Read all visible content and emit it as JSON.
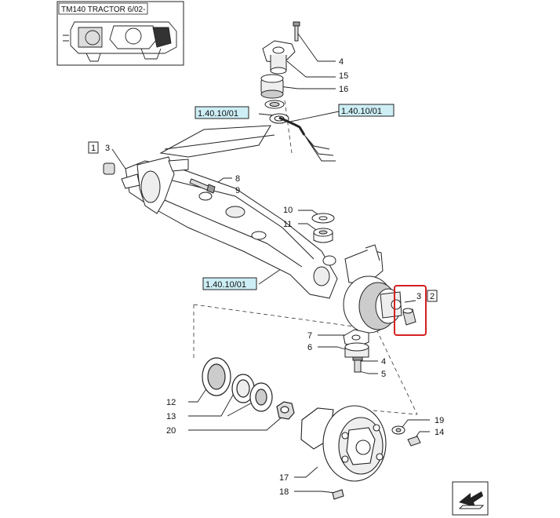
{
  "thumbnail": {
    "caption": "TM140 TRACTOR 6/02-"
  },
  "references": [
    "1.40.10/01",
    "1.40.10/01",
    "1.40.10/01"
  ],
  "callouts": {
    "c4a": "4",
    "c15": "15",
    "c16": "16",
    "box1": "1",
    "c3a": "3",
    "c8": "8",
    "c9": "9",
    "c10": "10",
    "c11": "11",
    "c3b": "3",
    "box2": "2",
    "c7": "7",
    "c6": "6",
    "c4b": "4",
    "c5": "5",
    "c12": "12",
    "c13": "13",
    "c20": "20",
    "c19": "19",
    "c14": "14",
    "c17": "17",
    "c18": "18"
  },
  "colors": {
    "highlight": "#d62020",
    "reference_fill": "#cdeef5",
    "line": "#222222"
  },
  "nav": {
    "icon": "next-page-arrow-icon"
  }
}
